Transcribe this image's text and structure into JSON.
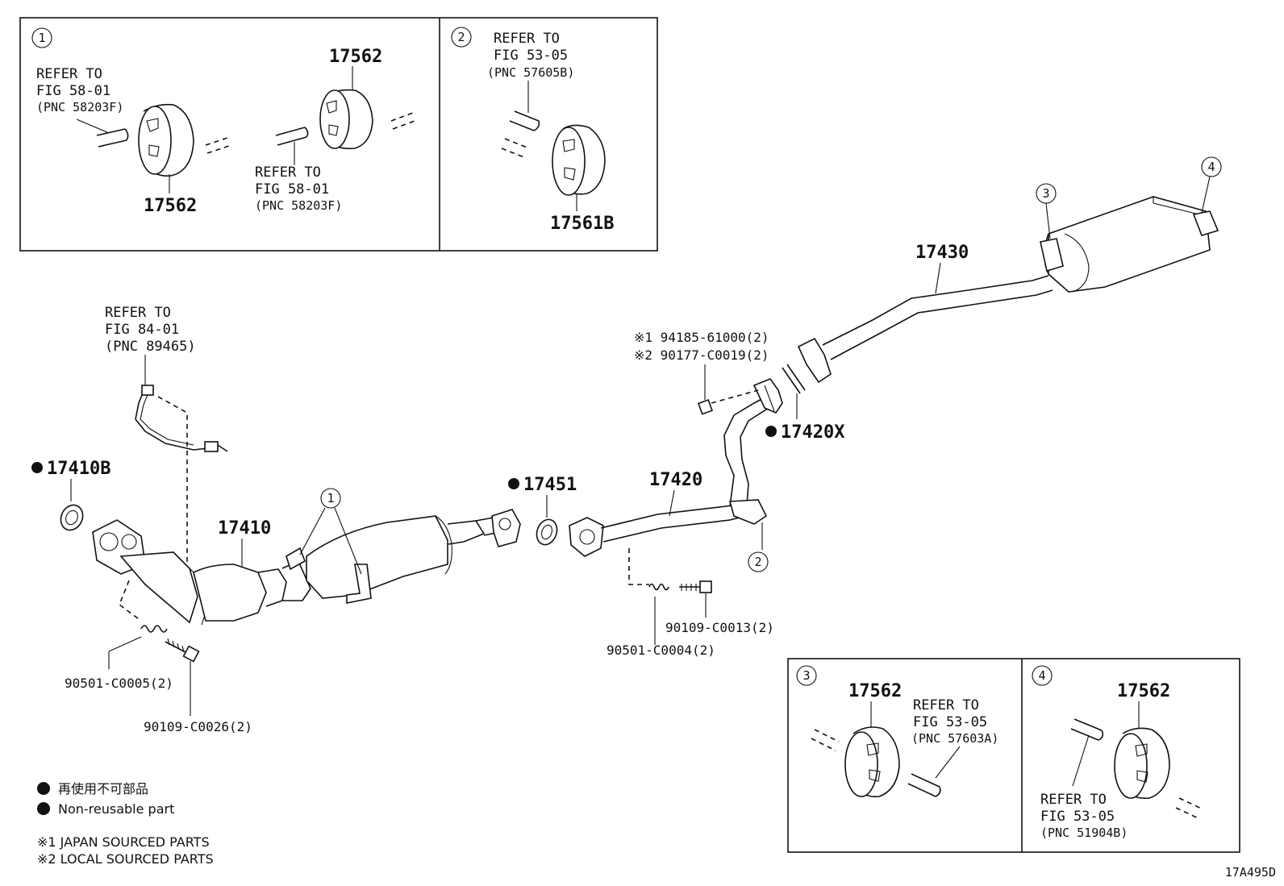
{
  "inset1": {
    "number": "1",
    "part_a": "17562",
    "part_b": "17562",
    "ref_a": {
      "line1": "REFER TO",
      "line2": "FIG 58-01",
      "line3": "(PNC 58203F)"
    },
    "ref_b": {
      "line1": "REFER TO",
      "line2": "FIG 58-01",
      "line3": "(PNC 58203F)"
    }
  },
  "inset2": {
    "number": "2",
    "part": "17561B",
    "ref": {
      "line1": "REFER TO",
      "line2": "FIG 53-05",
      "line3": "(PNC 57605B)"
    }
  },
  "inset3": {
    "number": "3",
    "part": "17562",
    "ref": {
      "line1": "REFER TO",
      "line2": "FIG 53-05",
      "line3": "(PNC 57603A)"
    }
  },
  "inset4": {
    "number": "4",
    "part": "17562",
    "ref": {
      "line1": "REFER TO",
      "line2": "FIG 53-05",
      "line3": "(PNC 51904B)"
    }
  },
  "sensor_ref": {
    "line1": "REFER TO",
    "line2": "FIG 84-01",
    "line3": "(PNC 89465)"
  },
  "main": {
    "gasket_front": "17410B",
    "front_pipe": "17410",
    "gasket_mid": "17451",
    "center_pipe": "17420",
    "gasket_rear": "17420X",
    "tail_pipe": "17430",
    "spring_front": "90501-C0005(2)",
    "bolt_front": "90109-C0026(2)",
    "spring_mid": "90501-C0004(2)",
    "bolt_mid": "90109-C0013(2)",
    "nut_1": "※1 94185-61000(2)",
    "nut_2": "※2 90177-C0019(2)",
    "callout_1": "1",
    "callout_2": "2",
    "callout_3": "3",
    "callout_4": "4"
  },
  "legend": {
    "nonreusable_jp": "再使用不可部品",
    "nonreusable_en": "Non-reusable part",
    "note1": "※1  JAPAN SOURCED PARTS",
    "note2": "※2  LOCAL SOURCED PARTS"
  },
  "figure_id": "17A495D"
}
